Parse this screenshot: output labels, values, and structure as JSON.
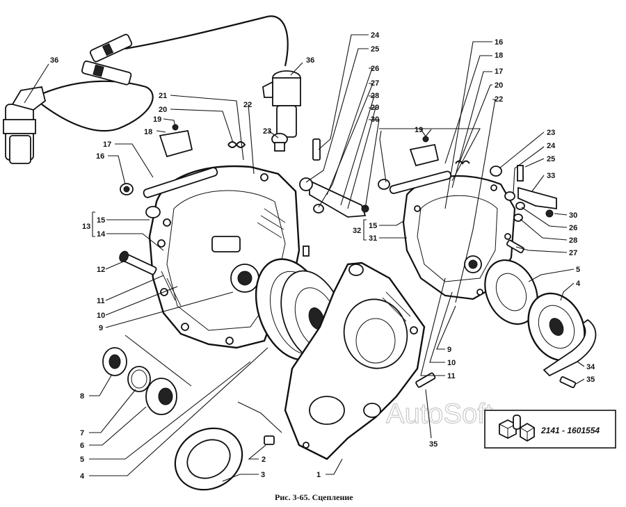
{
  "figure": {
    "caption": "Рис. 3-65. Сцепление",
    "watermark": "AutoSoft",
    "inset_part_code": "2141 - 1601554"
  },
  "callouts": {
    "c36a": "36",
    "c36b": "36",
    "c24a": "24",
    "c25a": "25",
    "c26a": "26",
    "c27a": "27",
    "c28a": "28",
    "c29": "29",
    "c30a": "30",
    "c16b": "16",
    "c18b": "18",
    "c17b": "17",
    "c20b": "20",
    "c22b": "22",
    "c21": "21",
    "c20a": "20",
    "c22a": "22",
    "c19a": "19",
    "c18a": "18",
    "c23a": "23",
    "c17a": "17",
    "c16a": "16",
    "c19b": "19",
    "c13": "13",
    "c15a": "15",
    "c14": "14",
    "c12": "12",
    "c11a": "11",
    "c10a": "10",
    "c9a": "9",
    "c32": "32",
    "c15b": "15",
    "c31": "31",
    "c23b": "23",
    "c24b": "24",
    "c25b": "25",
    "c33": "33",
    "c30b": "30",
    "c26b": "26",
    "c28b": "28",
    "c27b": "27",
    "c5b": "5",
    "c4b": "4",
    "c34": "34",
    "c35b": "35",
    "c9b": "9",
    "c10b": "10",
    "c11b": "11",
    "c35a": "35",
    "c8": "8",
    "c7": "7",
    "c6": "6",
    "c5a": "5",
    "c4a": "4",
    "c2": "2",
    "c3": "3",
    "c1": "1"
  },
  "colors": {
    "ink": "#111111",
    "paper": "#ffffff",
    "watermark": "#c8c8c8"
  }
}
